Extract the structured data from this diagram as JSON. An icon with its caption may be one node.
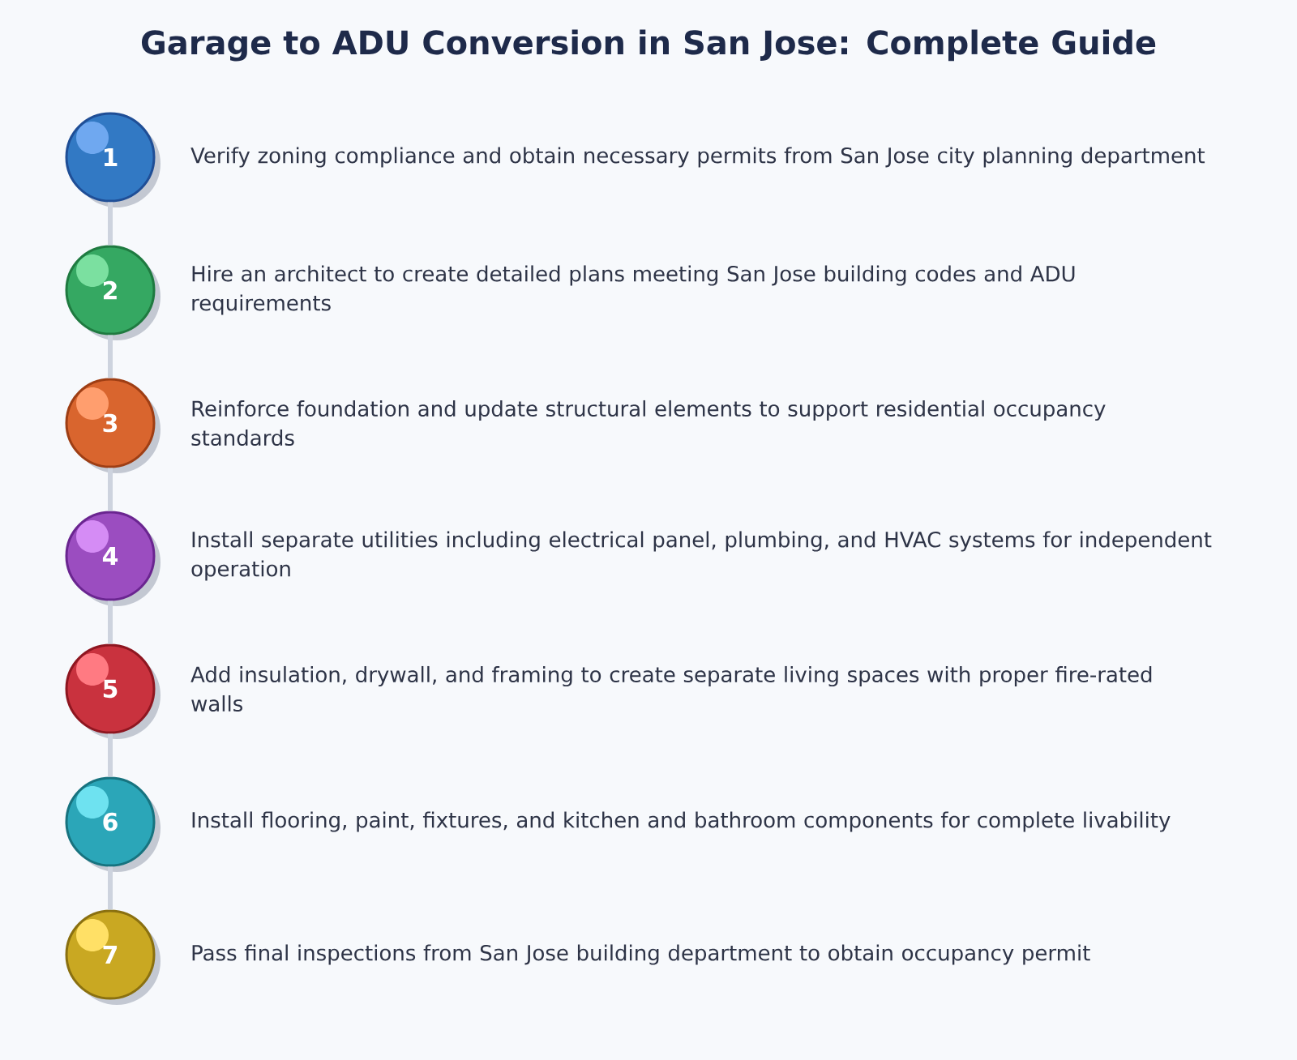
{
  "diagram": {
    "title": "Garage to ADU Conversion in San Jose: Complete Guide",
    "nodes": [
      {
        "text": [
          "1"
        ],
        "beside": [
          "Verify zoning compliance and obtain necessary permits from San Jose city planning department"
        ]
      },
      {
        "text": [
          "2"
        ],
        "beside": [
          "Hire an architect to create detailed plans meeting San Jose building codes and ADU requirements"
        ]
      },
      {
        "text": [
          "3"
        ],
        "beside": [
          "Reinforce foundation and update structural elements to support residential occupancy standards"
        ]
      },
      {
        "text": [
          "4"
        ],
        "beside": [
          "Install separate utilities including electrical panel, plumbing, and HVAC systems for independent operation"
        ]
      },
      {
        "text": [
          "5"
        ],
        "beside": [
          "Add insulation, drywall, and framing to create separate living spaces with proper fire-rated walls"
        ]
      },
      {
        "text": [
          "6"
        ],
        "beside": [
          "Install flooring, paint, fixtures, and kitchen and bathroom components for complete livability"
        ]
      },
      {
        "text": [
          "7"
        ],
        "beside": [
          "Pass final inspections from San Jose building department to obtain occupancy permit"
        ]
      }
    ],
    "edges": [
      {
        "from": 0,
        "to": 1,
        "arrow": "none"
      },
      {
        "from": 1,
        "to": 2,
        "arrow": "none"
      },
      {
        "from": 2,
        "to": 3,
        "arrow": "none"
      },
      {
        "from": 3,
        "to": 4,
        "arrow": "none"
      },
      {
        "from": 4,
        "to": 5,
        "arrow": "none"
      },
      {
        "from": 5,
        "to": 6,
        "arrow": "none"
      }
    ]
  }
}
